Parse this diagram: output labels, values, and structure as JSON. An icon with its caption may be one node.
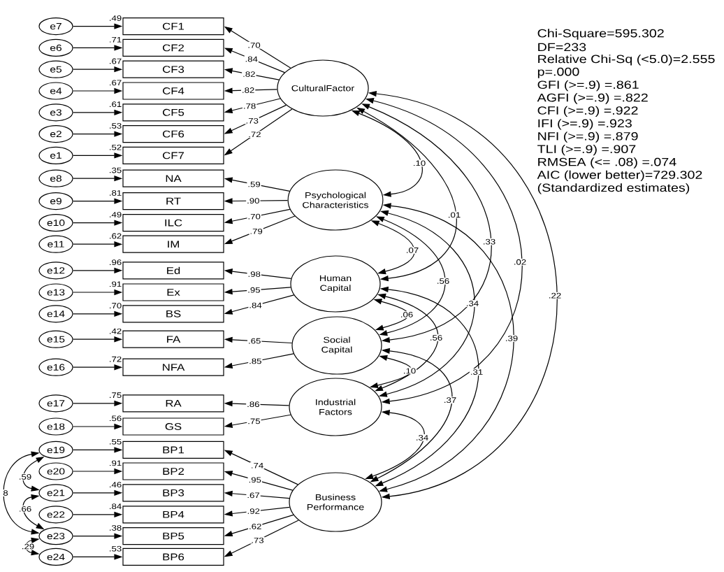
{
  "diagram": {
    "nodes": [
      {
        "text": [
          "e7"
        ]
      },
      {
        "text": [
          "e6"
        ]
      },
      {
        "text": [
          "e5"
        ]
      },
      {
        "text": [
          "e4"
        ]
      },
      {
        "text": [
          "e3"
        ]
      },
      {
        "text": [
          "e2"
        ]
      },
      {
        "text": [
          "e1"
        ]
      },
      {
        "text": [
          "e8"
        ]
      },
      {
        "text": [
          "e9"
        ]
      },
      {
        "text": [
          "e10"
        ]
      },
      {
        "text": [
          "e11"
        ]
      },
      {
        "text": [
          "e12"
        ]
      },
      {
        "text": [
          "e13"
        ]
      },
      {
        "text": [
          "e14"
        ]
      },
      {
        "text": [
          "e15"
        ]
      },
      {
        "text": [
          "e16"
        ]
      },
      {
        "text": [
          "e17"
        ]
      },
      {
        "text": [
          "e18"
        ]
      },
      {
        "text": [
          "e19"
        ]
      },
      {
        "text": [
          "e20"
        ]
      },
      {
        "text": [
          "e21"
        ]
      },
      {
        "text": [
          "e22"
        ]
      },
      {
        "text": [
          "e23"
        ]
      },
      {
        "text": [
          "e24"
        ]
      },
      {
        "text": [
          "CF1"
        ],
        "beside": [
          ".49"
        ]
      },
      {
        "text": [
          "CF2"
        ],
        "beside": [
          ".71"
        ]
      },
      {
        "text": [
          "CF3"
        ],
        "beside": [
          ".67"
        ]
      },
      {
        "text": [
          "CF4"
        ],
        "beside": [
          ".67"
        ]
      },
      {
        "text": [
          "CF5"
        ],
        "beside": [
          ".61"
        ]
      },
      {
        "text": [
          "CF6"
        ],
        "beside": [
          ".53"
        ]
      },
      {
        "text": [
          "CF7"
        ],
        "beside": [
          ".52"
        ]
      },
      {
        "text": [
          "NA"
        ],
        "beside": [
          ".35"
        ]
      },
      {
        "text": [
          "RT"
        ],
        "beside": [
          ".81"
        ]
      },
      {
        "text": [
          "ILC"
        ],
        "beside": [
          ".49"
        ]
      },
      {
        "text": [
          "IM"
        ],
        "beside": [
          ".62"
        ]
      },
      {
        "text": [
          "Ed"
        ],
        "beside": [
          ".96"
        ]
      },
      {
        "text": [
          "Ex"
        ],
        "beside": [
          ".91"
        ]
      },
      {
        "text": [
          "BS"
        ],
        "beside": [
          ".70"
        ]
      },
      {
        "text": [
          "FA"
        ],
        "beside": [
          ".42"
        ]
      },
      {
        "text": [
          "NFA"
        ],
        "beside": [
          ".72"
        ]
      },
      {
        "text": [
          "RA"
        ],
        "beside": [
          ".75"
        ]
      },
      {
        "text": [
          "GS"
        ],
        "beside": [
          ".56"
        ]
      },
      {
        "text": [
          "BP1"
        ],
        "beside": [
          ".55"
        ]
      },
      {
        "text": [
          "BP2"
        ],
        "beside": [
          ".91"
        ]
      },
      {
        "text": [
          "BP3"
        ],
        "beside": [
          ".46"
        ]
      },
      {
        "text": [
          "BP4"
        ],
        "beside": [
          ".84"
        ]
      },
      {
        "text": [
          "BP5"
        ],
        "beside": [
          ".38"
        ]
      },
      {
        "text": [
          "BP6"
        ],
        "beside": [
          ".53"
        ]
      },
      {
        "text": [
          "CulturalFactor"
        ]
      },
      {
        "text": [
          "Psychological Characteristics"
        ]
      },
      {
        "text": [
          "Human Capital"
        ]
      },
      {
        "text": [
          "Social Capital"
        ]
      },
      {
        "text": [
          "Industrial Factors"
        ]
      },
      {
        "text": [
          "Business Performance"
        ]
      }
    ],
    "edges": [
      {
        "from": 0,
        "to": 24,
        "arrow": "to"
      },
      {
        "from": 1,
        "to": 25,
        "arrow": "to"
      },
      {
        "from": 2,
        "to": 26,
        "arrow": "to"
      },
      {
        "from": 3,
        "to": 27,
        "arrow": "to"
      },
      {
        "from": 4,
        "to": 28,
        "arrow": "to"
      },
      {
        "from": 5,
        "to": 29,
        "arrow": "to"
      },
      {
        "from": 6,
        "to": 30,
        "arrow": "to"
      },
      {
        "from": 7,
        "to": 31,
        "arrow": "to"
      },
      {
        "from": 8,
        "to": 32,
        "arrow": "to"
      },
      {
        "from": 9,
        "to": 33,
        "arrow": "to"
      },
      {
        "from": 10,
        "to": 34,
        "arrow": "to"
      },
      {
        "from": 11,
        "to": 35,
        "arrow": "to"
      },
      {
        "from": 12,
        "to": 36,
        "arrow": "to"
      },
      {
        "from": 13,
        "to": 37,
        "arrow": "to"
      },
      {
        "from": 14,
        "to": 38,
        "arrow": "to"
      },
      {
        "from": 15,
        "to": 39,
        "arrow": "to"
      },
      {
        "from": 16,
        "to": 40,
        "arrow": "to"
      },
      {
        "from": 17,
        "to": 41,
        "arrow": "to"
      },
      {
        "from": 18,
        "to": 42,
        "arrow": "to"
      },
      {
        "from": 19,
        "to": 43,
        "arrow": "to"
      },
      {
        "from": 20,
        "to": 44,
        "arrow": "to"
      },
      {
        "from": 21,
        "to": 45,
        "arrow": "to"
      },
      {
        "from": 22,
        "to": 46,
        "arrow": "to"
      },
      {
        "from": 23,
        "to": 47,
        "arrow": "to"
      },
      {
        "from": 48,
        "to": 24,
        "arrow": "to",
        "label": ".70"
      },
      {
        "from": 48,
        "to": 25,
        "arrow": "to",
        "label": ".84"
      },
      {
        "from": 48,
        "to": 26,
        "arrow": "to",
        "label": ".82"
      },
      {
        "from": 48,
        "to": 27,
        "arrow": "to",
        "label": ".82"
      },
      {
        "from": 48,
        "to": 28,
        "arrow": "to",
        "label": ".78"
      },
      {
        "from": 48,
        "to": 29,
        "arrow": "to",
        "label": ".73"
      },
      {
        "from": 48,
        "to": 30,
        "arrow": "to",
        "label": ".72"
      },
      {
        "from": 49,
        "to": 31,
        "arrow": "to",
        "label": ".59"
      },
      {
        "from": 49,
        "to": 32,
        "arrow": "to",
        "label": ".90"
      },
      {
        "from": 49,
        "to": 33,
        "arrow": "to",
        "label": ".70"
      },
      {
        "from": 49,
        "to": 34,
        "arrow": "to",
        "label": ".79"
      },
      {
        "from": 50,
        "to": 35,
        "arrow": "to",
        "label": ".98"
      },
      {
        "from": 50,
        "to": 36,
        "arrow": "to",
        "label": ".95"
      },
      {
        "from": 50,
        "to": 37,
        "arrow": "to",
        "label": ".84"
      },
      {
        "from": 51,
        "to": 38,
        "arrow": "to",
        "label": ".65"
      },
      {
        "from": 51,
        "to": 39,
        "arrow": "to",
        "label": ".85"
      },
      {
        "from": 52,
        "to": 40,
        "arrow": "to",
        "label": ".86"
      },
      {
        "from": 52,
        "to": 41,
        "arrow": "to",
        "label": ".75"
      },
      {
        "from": 53,
        "to": 42,
        "arrow": "to",
        "label": ".74"
      },
      {
        "from": 53,
        "to": 43,
        "arrow": "to",
        "label": ".95"
      },
      {
        "from": 53,
        "to": 44,
        "arrow": "to",
        "label": ".67"
      },
      {
        "from": 53,
        "to": 45,
        "arrow": "to",
        "label": ".92"
      },
      {
        "from": 53,
        "to": 46,
        "arrow": "to",
        "label": ".62"
      },
      {
        "from": 53,
        "to": 47,
        "arrow": "to",
        "label": ".73"
      },
      {
        "from": 48,
        "to": 49,
        "arrow": "both",
        "label": ".10"
      },
      {
        "from": 48,
        "to": 50,
        "arrow": "both",
        "label": ".01"
      },
      {
        "from": 48,
        "to": 51,
        "arrow": "both",
        "label": ".33"
      },
      {
        "from": 48,
        "to": 52,
        "arrow": "both",
        "label": ".02"
      },
      {
        "from": 48,
        "to": 53,
        "arrow": "both",
        "label": ".22"
      },
      {
        "from": 49,
        "to": 50,
        "arrow": "both",
        "label": ".07"
      },
      {
        "from": 49,
        "to": 51,
        "arrow": "both",
        "label": ".56"
      },
      {
        "from": 49,
        "to": 52,
        "arrow": "both",
        "label": ".34"
      },
      {
        "from": 49,
        "to": 53,
        "arrow": "both",
        "label": ".39"
      },
      {
        "from": 50,
        "to": 51,
        "arrow": "both",
        "label": ".06"
      },
      {
        "from": 50,
        "to": 52,
        "arrow": "both",
        "label": ".56"
      },
      {
        "from": 50,
        "to": 53,
        "arrow": "both",
        "label": ".31"
      },
      {
        "from": 51,
        "to": 52,
        "arrow": "both",
        "label": ".10"
      },
      {
        "from": 51,
        "to": 53,
        "arrow": "both",
        "label": ".37"
      },
      {
        "from": 52,
        "to": 53,
        "arrow": "both",
        "label": ".34"
      },
      {
        "from": 18,
        "to": 20,
        "arrow": "both",
        "label": ".59"
      },
      {
        "from": 18,
        "to": 22,
        "arrow": "both",
        "label": "8"
      },
      {
        "from": 20,
        "to": 22,
        "arrow": "both",
        "label": ".66"
      },
      {
        "from": 22,
        "to": 23,
        "arrow": "both",
        "label": ".29"
      }
    ],
    "labels": [
      "Chi-Square=595.302",
      "DF=233",
      "Relative Chi-Sq (<5.0)=2.555",
      "p=.000",
      "GFI (>=.9) =.861",
      "AGFI (>=.9) =.822",
      "CFI (>=.9) =.922",
      "IFI (>=.9) =.923",
      "NFI (>=.9) =.879",
      "TLI (>=.9) =.907",
      "RMSEA (<= .08) =.074",
      "AIC (lower better)=729.302",
      "(Standardized estimates)"
    ]
  }
}
